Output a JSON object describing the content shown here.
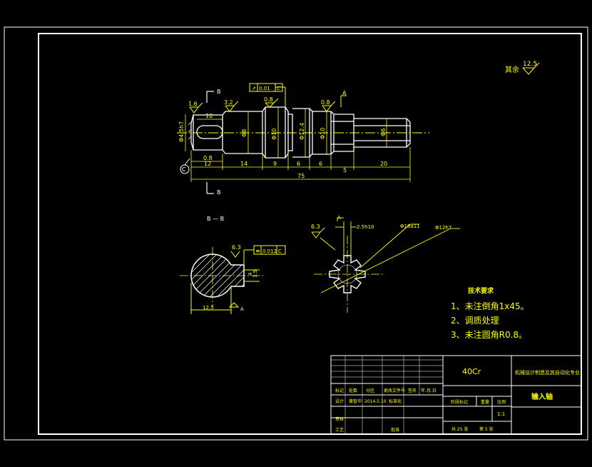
{
  "drawing": {
    "roughness_other": {
      "label": "其余",
      "value": "12.5"
    },
    "section_label": "B — B",
    "section_markers": {
      "top": "B",
      "bottom": "B"
    },
    "view_arrow_label": "A",
    "datum_c": "C",
    "shaft": {
      "roughness": [
        "1.6",
        "3.2",
        "0.8",
        "0.8"
      ],
      "runout": {
        "value": "0.01",
        "datum": "C"
      },
      "diameters": [
        "Φ4.5h7",
        "Φ8",
        "Φ10",
        "Φ12.4",
        "Φ10",
        "Φ6"
      ],
      "dimensions": [
        "10",
        "0.8",
        "12",
        "14",
        "9",
        "6",
        "6",
        "20",
        "5",
        "75"
      ]
    },
    "keyway_section": {
      "roughness": "6.3",
      "symmetry": {
        "value": "0.012",
        "datum": "C"
      },
      "dims": [
        "3.5",
        "4",
        "12.5"
      ],
      "sym_label": "A"
    },
    "spline": {
      "roughness": "6.3",
      "dims": [
        "2.5h10",
        "Φ18a11",
        "Φ12h7"
      ]
    }
  },
  "notes": {
    "title": "技术要求",
    "items": [
      "1、未注倒角1x45。",
      "2、调质处理",
      "3、未注圆角R0.8。"
    ]
  },
  "title_block": {
    "material": "40Cr",
    "project": "机械设计制造及其自动化专业",
    "part_name": "输入轴",
    "header_row": [
      "标记",
      "处数",
      "分区",
      "更改文件号",
      "签名",
      "年.月.日"
    ],
    "design_row": [
      "设计",
      "黄智华",
      "2014.5.10",
      "标准化"
    ],
    "stage_row": [
      "阶段标记",
      "重量",
      "比例"
    ],
    "check_label": "审核",
    "process_label": "工艺",
    "approve_label": "批准",
    "scale": "1:1",
    "sheets": {
      "total": "共 25 张",
      "current": "第 5 张"
    }
  },
  "colors": {
    "white": "#ffffff",
    "yellow": "#ffff00",
    "black": "#000000"
  }
}
